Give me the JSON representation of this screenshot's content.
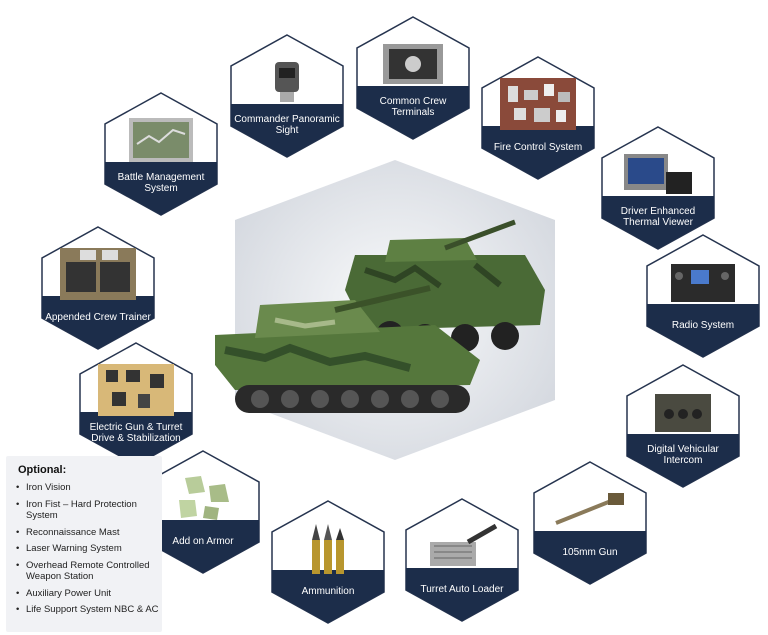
{
  "optional": {
    "title": "Optional:",
    "items": [
      "Iron Vision",
      "Iron Fist – Hard Protection System",
      "Reconnaissance Mast",
      "Laser Warning System",
      "Overhead Remote Controlled Weapon Station",
      "Auxiliary Power Unit",
      "Life Support System NBC & AC"
    ]
  },
  "modules": {
    "commander_sight": "Commander Panoramic Sight",
    "crew_terminals": "Common Crew Terminals",
    "fire_control": "Fire Control System",
    "battle_management": "Battle Management System",
    "driver_viewer": "Driver Enhanced Thermal Viewer",
    "crew_trainer": "Appended Crew Trainer",
    "radio": "Radio System",
    "gun_drive": "Electric Gun & Turret Drive & Stabilization",
    "intercom": "Digital Vehicular Intercom",
    "armor": "Add on Armor",
    "gun_105": "105mm Gun",
    "ammunition": "Ammunition",
    "auto_loader": "Turret Auto Loader"
  },
  "colors": {
    "label_band": "#1c2d4a",
    "hex_border": "#26344f",
    "center_bg": "#dfe2e7",
    "camo_dark": "#3d5a2e",
    "camo_light": "#7d9a5c"
  }
}
